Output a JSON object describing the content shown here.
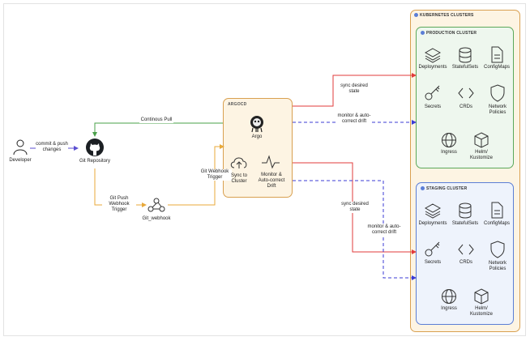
{
  "colors": {
    "green_edge": "#4aa04a",
    "orange_edge": "#e8a93a",
    "purple_edge": "#5b4fd1",
    "red_edge": "#e23b3b",
    "dashed_edge": "#3b3bd6"
  },
  "nodes": {
    "developer": "Developer",
    "git_repo": "Git Repository",
    "git_webhook": "Git_webhook",
    "argo": "Argo",
    "sync": "Sync to Cluster",
    "monitor": "Monitor & Auto-correct Drift"
  },
  "groups": {
    "argocd": "ARGOCD",
    "k8s": "KUBERNETES CLUSTERS",
    "prod": "PRODUCTION CLUSTER",
    "staging": "STAGING CLUSTER"
  },
  "edges": {
    "commit": "commit & push changes",
    "pull": "Continous Pull",
    "push_trigger": "Git Push Webhook Trigger",
    "webhook_trigger": "Git Webhook Trigger",
    "sync_prod": "sync desired state",
    "monitor_prod": "monitor & auto-correct drift",
    "sync_staging": "sync desired state",
    "monitor_staging": "monitor & auto-correct drift"
  },
  "prod_items": {
    "deployments": "Deployments",
    "statefulsets": "StatefulSets",
    "configmaps": "ConfigMaps",
    "secrets": "Secrets",
    "crds": "CRDs",
    "netpol": "Network Policies",
    "ingress": "Ingress",
    "helm": "Helm/ Kustomize"
  },
  "staging_items": {
    "deployments": "Deployments",
    "statefulsets": "StatefulSets",
    "configmaps": "ConfigMaps",
    "secrets": "Secrets",
    "crds": "CRDs",
    "netpol": "Network Policies",
    "ingress": "Ingress",
    "helm": "Helm/ Kustomize"
  }
}
